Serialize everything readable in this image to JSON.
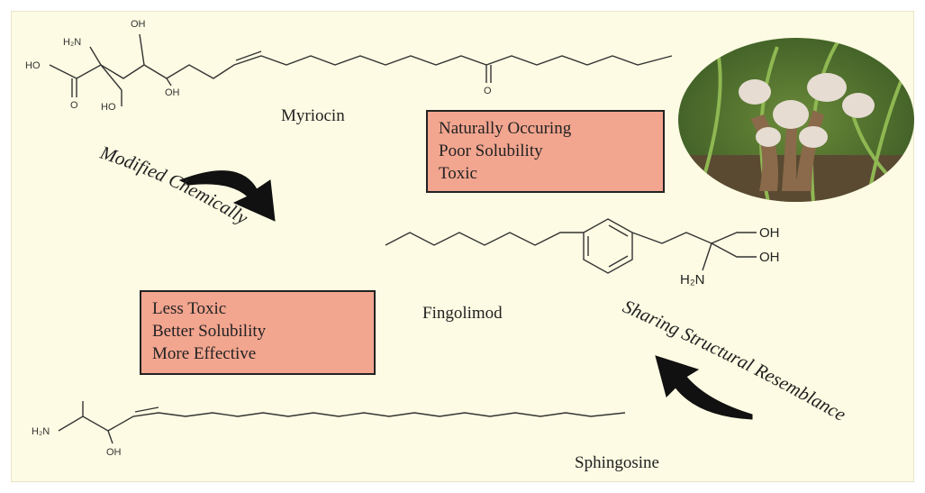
{
  "molecules": {
    "myriocin": {
      "name": "Myriocin",
      "atoms": {
        "oh_top": "OH",
        "h2n": "H₂N",
        "ho_acid": "HO",
        "o_acid": "O",
        "ho_bottom": "HO",
        "oh_bottom": "OH",
        "ketone_o": "O"
      }
    },
    "fingolimod": {
      "name": "Fingolimod",
      "atoms": {
        "oh_1": "OH",
        "oh_2": "OH",
        "h2n": "H₂N"
      }
    },
    "sphingosine": {
      "name": "Sphingosine",
      "atoms": {
        "h2n": "H₂N",
        "oh": "OH"
      }
    }
  },
  "boxes": {
    "myriocin_properties": [
      "Naturally Occuring",
      "Poor Solubility",
      "Toxic"
    ],
    "fingolimod_properties": [
      "Less Toxic",
      "Better Solubility",
      "More Effective"
    ]
  },
  "arrows": {
    "modified": "Modified Chemically",
    "sharing": "Sharing Structural Resemblance"
  },
  "colors": {
    "background": "#fdfbe3",
    "box_fill": "#f2a58f",
    "arrow": "#111111"
  },
  "image": {
    "icon": "plant-photo"
  }
}
